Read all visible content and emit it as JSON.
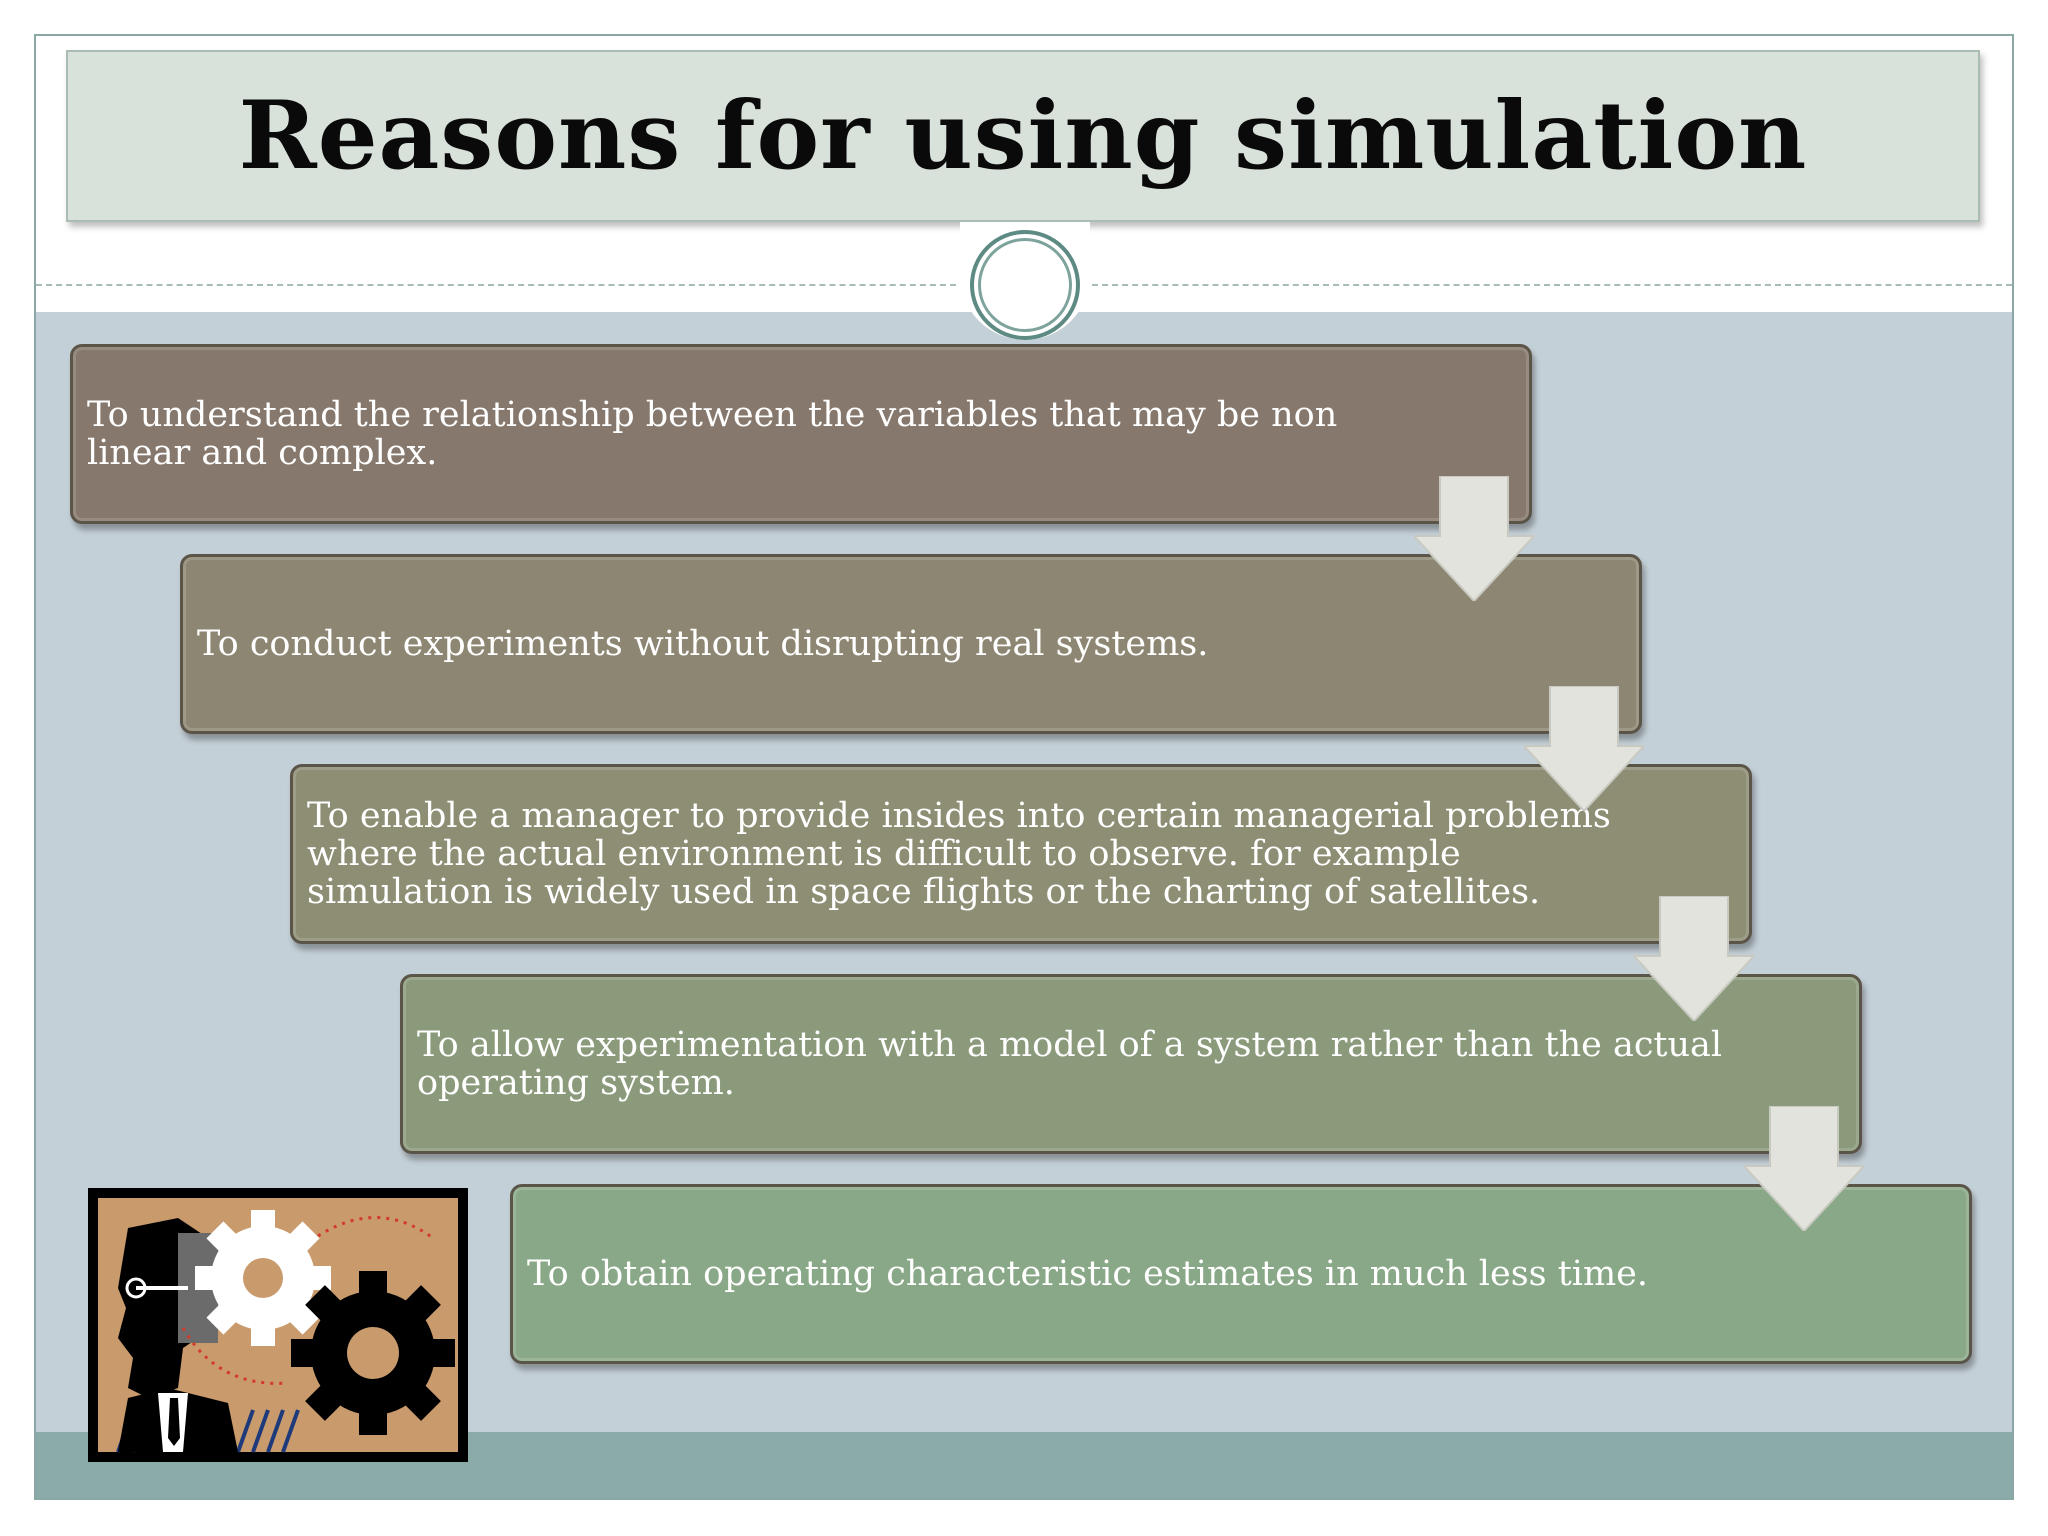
{
  "slide": {
    "title": "Reasons for using simulation",
    "steps": [
      {
        "lines": [
          "To understand the relationship between the variables that may be non",
          "linear and complex."
        ],
        "color": "#86786c"
      },
      {
        "lines": [
          "To conduct experiments without disrupting real systems."
        ],
        "color": "#8d8672"
      },
      {
        "lines": [
          "To enable a manager to provide insides into certain managerial problems",
          "where the actual environment is difficult to observe. for example",
          "simulation is widely used in space flights or the charting of satellites."
        ],
        "color": "#8e8e74"
      },
      {
        "lines": [
          "To allow experimentation with a model of a system rather than the actual",
          "operating system."
        ],
        "color": "#8a9a7b"
      },
      {
        "lines": [
          "To obtain operating characteristic estimates in much less time."
        ],
        "color": "#89a887"
      }
    ],
    "clipart": {
      "icon": "businessman-gears-icon",
      "colors": {
        "background": "#c89a6c",
        "frame": "#000000",
        "gear_light": "#ffffff",
        "gear_dark": "#000000",
        "accent": "#d43a2a"
      }
    },
    "colors": {
      "title_bg": "#d8e1da",
      "content_bg": "#c4d0d7",
      "bottom_band": "#8baba8",
      "arrow": "#e2e3dc"
    }
  }
}
